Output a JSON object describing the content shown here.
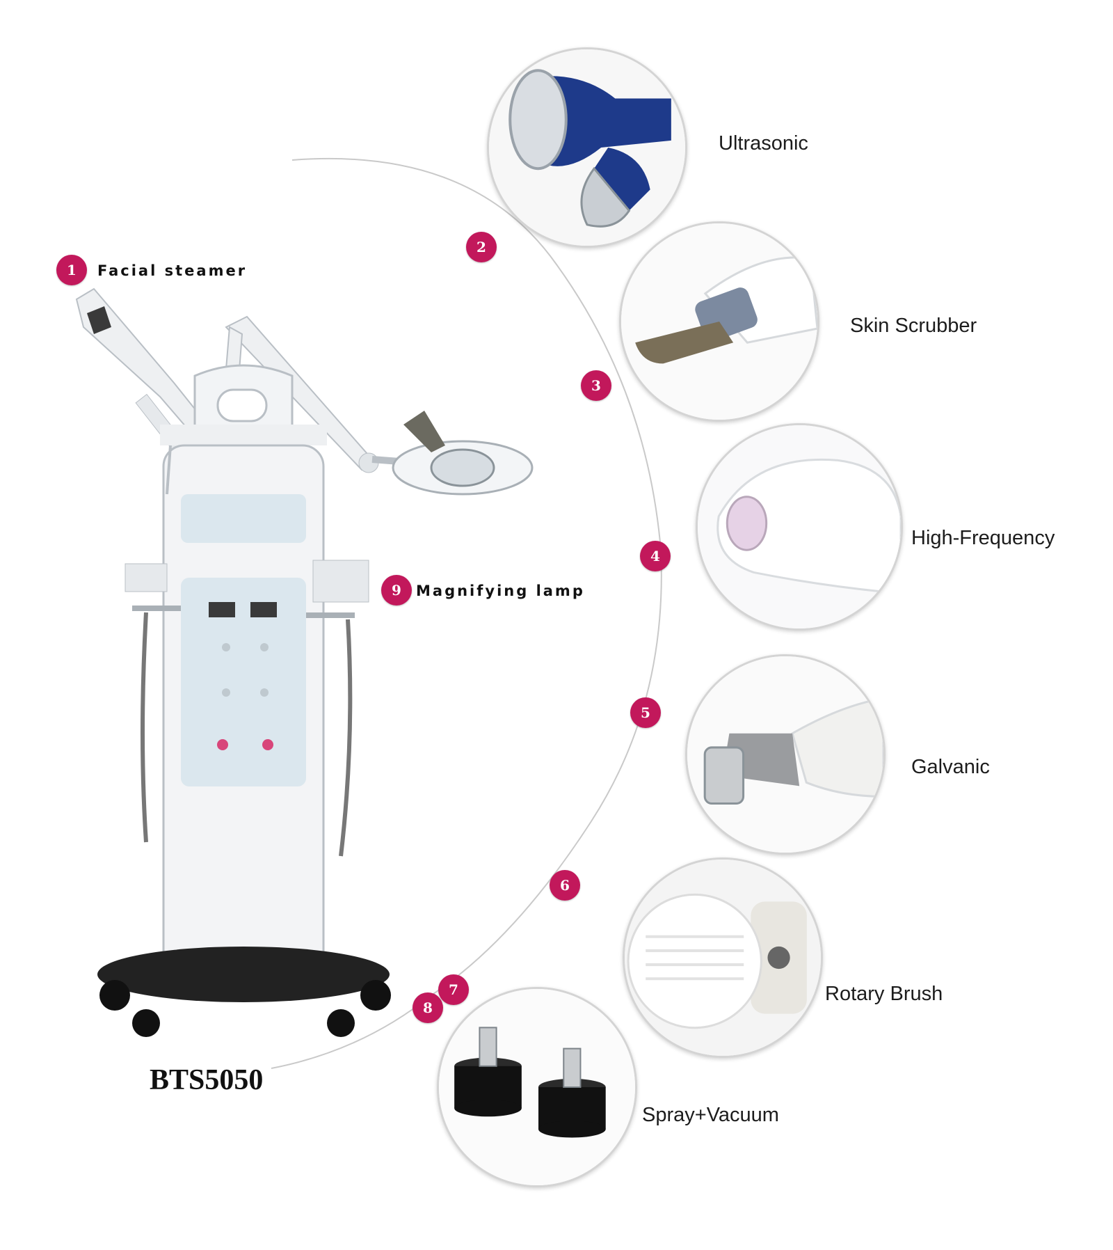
{
  "accent_color": "#c2185b",
  "model_name": "BTS5050",
  "left_labels": [
    {
      "number": "1",
      "label": "Facial steamer"
    },
    {
      "number": "9",
      "label": "Magnifying lamp"
    }
  ],
  "arc_badges": [
    "2",
    "3",
    "4",
    "5",
    "6",
    "7",
    "8"
  ],
  "attachments": [
    {
      "label": "Ultrasonic",
      "icon": "ultrasonic-probe-icon"
    },
    {
      "label": "Skin Scrubber",
      "icon": "skin-scrubber-icon"
    },
    {
      "label": "High-Frequency",
      "icon": "high-frequency-electrode-icon"
    },
    {
      "label": "Galvanic",
      "icon": "galvanic-roller-icon"
    },
    {
      "label": "Rotary Brush",
      "icon": "rotary-brush-icon"
    },
    {
      "label": "Spray+Vacuum",
      "icon": "spray-vacuum-nozzle-icon"
    }
  ]
}
